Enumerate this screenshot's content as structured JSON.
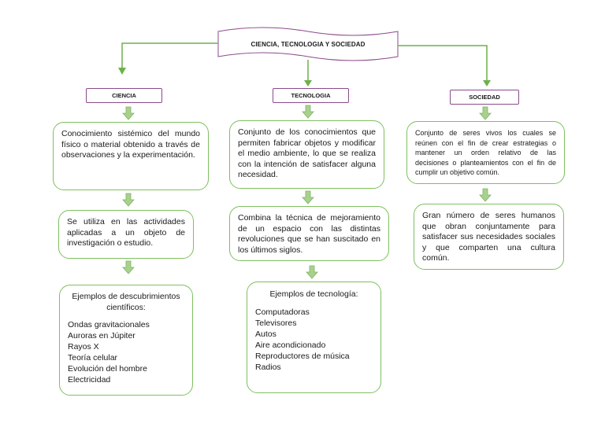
{
  "title": "CIENCIA, TECNOLOGIA Y SOCIEDAD",
  "columns": [
    {
      "header": "CIENCIA",
      "definition": "Conocimiento sistémico del mundo físico o material obtenido a través de observaciones y la experimentación.",
      "detail": "Se utiliza en las actividades aplicadas a un objeto de investigación o estudio.",
      "examples_heading": "Ejemplos de descubrimientos científicos:",
      "examples": [
        "Ondas gravitacionales",
        "Auroras en Júpiter",
        "Rayos X",
        "Teoría celular",
        "Evolución del hombre",
        "Electricidad"
      ]
    },
    {
      "header": "TECNOLOGIA",
      "definition": "Conjunto de los conocimientos que permiten fabricar objetos y modificar el medio ambiente, lo que se realiza con la intención de satisfacer alguna necesidad.",
      "detail": "Combina la técnica de mejoramiento de un espacio con las distintas revoluciones que se han suscitado en los últimos siglos.",
      "examples_heading": "Ejemplos de tecnología:",
      "examples": [
        "Computadoras",
        "Televisores",
        "Autos",
        "Aire acondicionado",
        "Reproductores de música",
        "Radios"
      ]
    },
    {
      "header": "SOCIEDAD",
      "definition": "Conjunto de seres vivos los cuales se reúnen con el fin de crear estrategias o mantener un orden relativo de las decisiones o planteamientos con el fin de cumplir un objetivo común.",
      "detail": "Gran número de seres humanos que obran conjuntamente para satisfacer sus necesidades sociales y que comparten una cultura común."
    }
  ],
  "colors": {
    "box_border": "#7fbf5f",
    "arrow_fill": "#a9d18e",
    "arrow_stroke": "#7fb35f",
    "header_border": "#8a4b8a",
    "connector": "#6fb04a"
  }
}
